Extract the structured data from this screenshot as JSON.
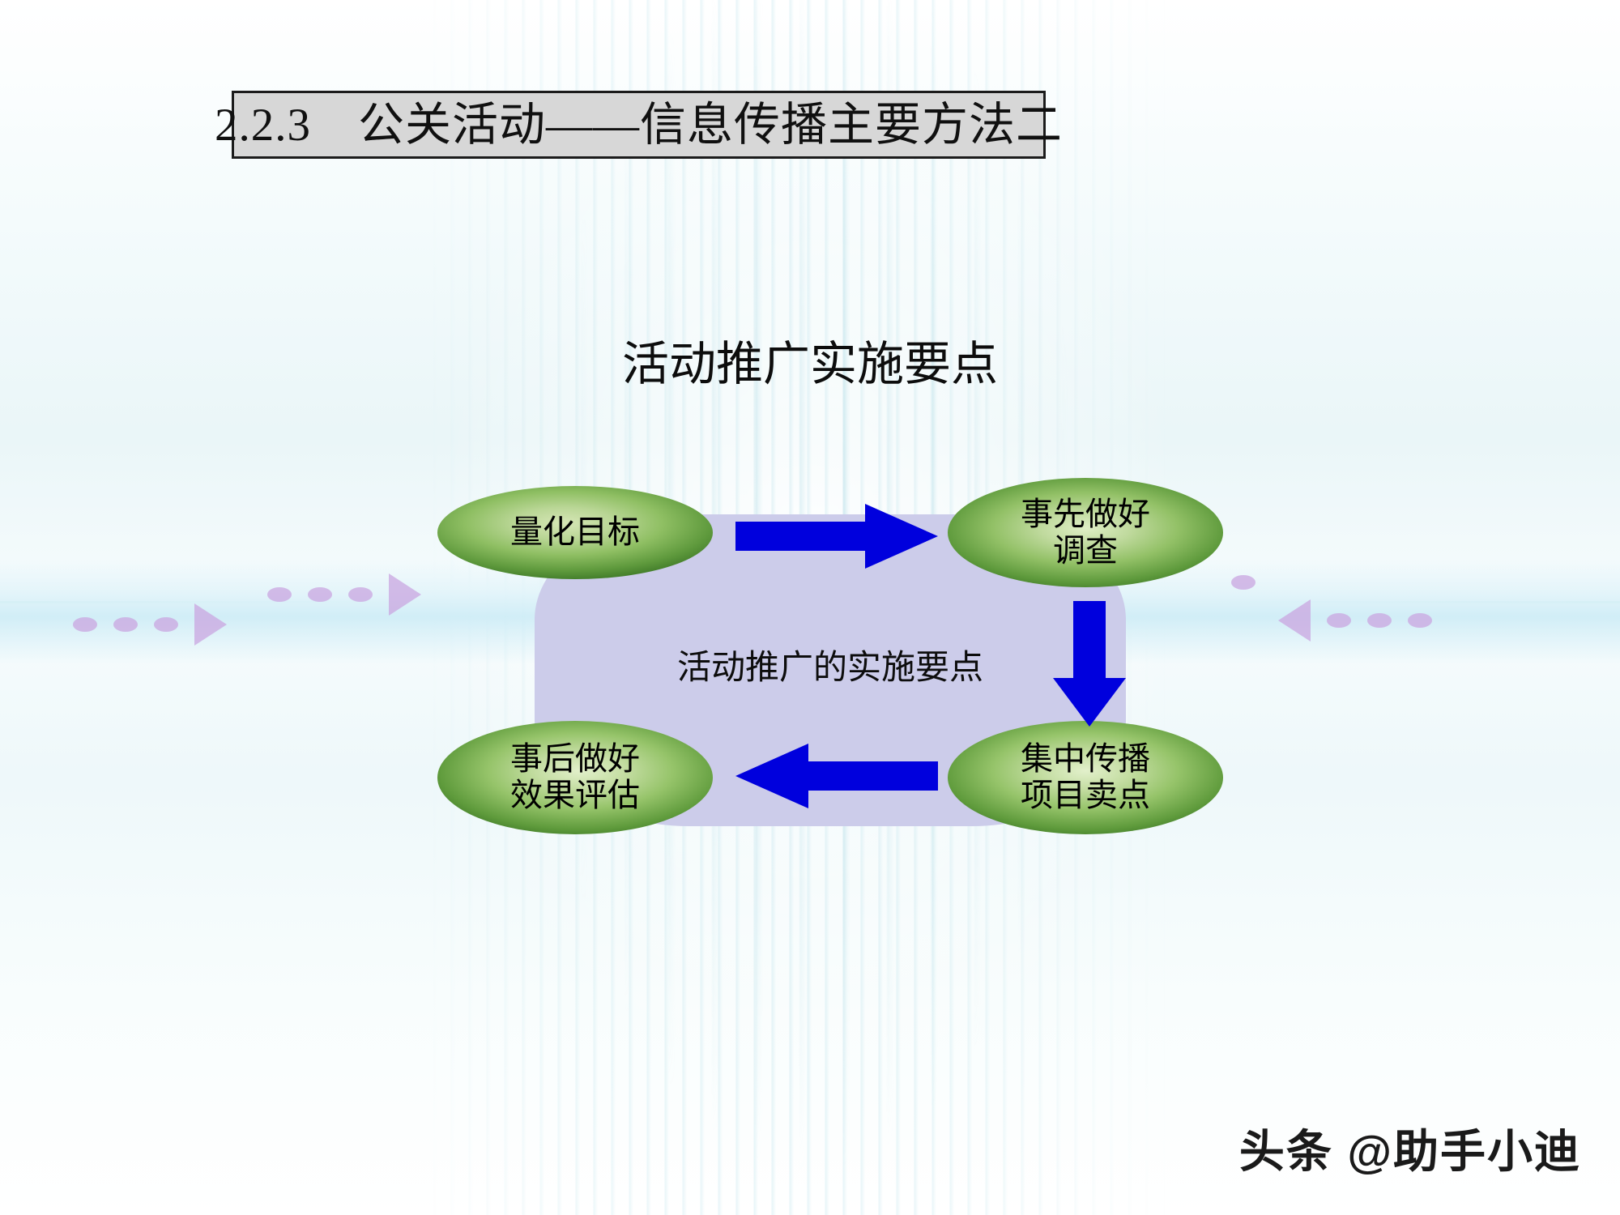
{
  "slide": {
    "title": "2.2.3　公关活动——信息传播主要方法二",
    "subtitle": "活动推广实施要点",
    "watermark": "头条 @助手小迪"
  },
  "diagram": {
    "center_label": "活动推广的实施要点",
    "nodes": [
      {
        "id": "quantify-goal",
        "label": "量化目标",
        "position": "top-left"
      },
      {
        "id": "prior-research",
        "label": "事先做好\n调查",
        "position": "top-right"
      },
      {
        "id": "focus-selling",
        "label": "集中传播\n项目卖点",
        "position": "bottom-right"
      },
      {
        "id": "post-eval",
        "label": "事后做好\n效果评估",
        "position": "bottom-left"
      }
    ],
    "arrows": [
      {
        "id": "arrow-right",
        "direction": "right",
        "from": "quantify-goal",
        "to": "prior-research"
      },
      {
        "id": "arrow-down",
        "direction": "down",
        "from": "prior-research",
        "to": "focus-selling"
      },
      {
        "id": "arrow-left",
        "direction": "left",
        "from": "focus-selling",
        "to": "post-eval"
      }
    ]
  },
  "colors": {
    "title_box_fill": "#d7d7d7",
    "title_box_border": "#1b1b1b",
    "node_green_dark": "#3d7726",
    "node_green_light": "#dfeec6",
    "center_blob": "#ccccea",
    "arrow_blue": "#0000dd",
    "deco_purple": "#caa6e0"
  }
}
